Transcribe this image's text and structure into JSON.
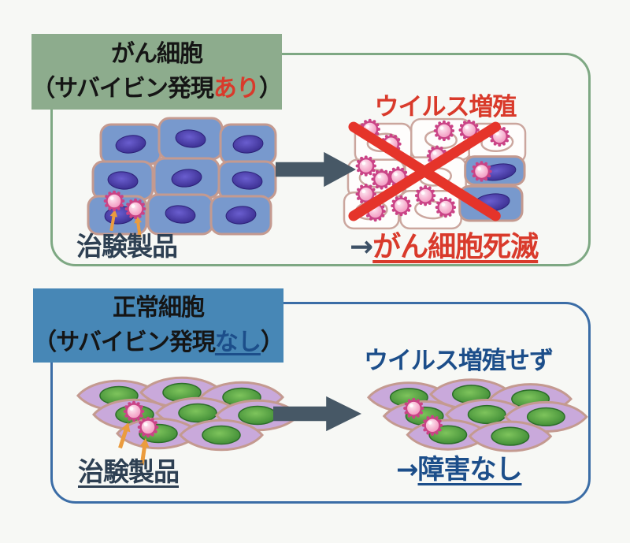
{
  "top_panel": {
    "header": {
      "line1": "がん細胞",
      "line2_pre": "（サバイビン発現",
      "line2_highlight": "あり",
      "line2_post": "）"
    },
    "product_label": "治験製品",
    "result_title": "ウイルス増殖",
    "result_arrow": "→",
    "result_text": "がん細胞死滅"
  },
  "bottom_panel": {
    "header": {
      "line1": "正常細胞",
      "line2_pre": "（サバイビン発現",
      "line2_highlight": "なし",
      "line2_post": "）"
    },
    "product_label": "治験製品",
    "result_title": "ウイルス増殖せず",
    "result_arrow": "→",
    "result_text": "障害なし"
  },
  "colors": {
    "top_header_bg": "#8dac8d",
    "top_panel_border": "#7ea883",
    "bottom_header_bg": "#4787b6",
    "bottom_panel_border": "#3b6da6",
    "highlight_red": "#d93a2b",
    "text_navy": "#1c4e8a",
    "label_slate": "#2e4053",
    "flow_arrow_slate": "#475866",
    "pointer_orange": "#eb9c3e",
    "virus_pink_rim": "#ca4386",
    "cancer_cell_blue": "#7899cd",
    "cell_membrane_tan": "#c49a90",
    "normal_cell_lavender": "#c9a9db",
    "nucleus_purple": "#2e2280",
    "nucleus_green": "#2f7d2c",
    "cross_red": "#e5342a"
  }
}
